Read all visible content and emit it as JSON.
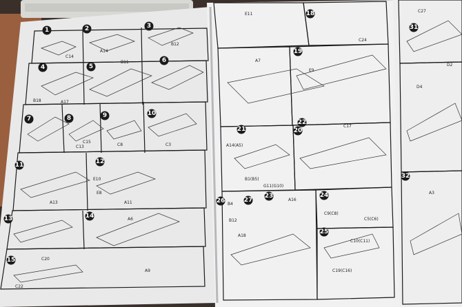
{
  "scene": {
    "description_tag": "instruction-booklet-photo",
    "colors": {
      "table": "#3b2f2a",
      "wood": "#9a5f3e",
      "paper_left": "#e9e9ea",
      "paper_right": "#f1f1f2",
      "ink": "#1a1a1a",
      "keyboard": "#d8d8d4"
    }
  },
  "left_page": {
    "steps": [
      "1",
      "2",
      "3",
      "4",
      "5",
      "6",
      "7",
      "8",
      "9",
      "10",
      "11",
      "12",
      "13",
      "14",
      "15"
    ],
    "part_labels": [
      "C14",
      "A14",
      "B11",
      "B12",
      "A17",
      "B18",
      "C15",
      "C13",
      "C8",
      "C3",
      "A13",
      "E10",
      "E8",
      "A11",
      "A6",
      "A9",
      "C22",
      "C20"
    ]
  },
  "right_page": {
    "steps": [
      "18",
      "19",
      "20",
      "21",
      "22",
      "23",
      "24",
      "25",
      "26",
      "27"
    ],
    "part_labels": [
      "E11",
      "C24",
      "A7",
      "E9",
      "C17",
      "A14(A5)",
      "B1(B5)",
      "G11(G10)",
      "A16",
      "A18",
      "B4",
      "B12",
      "C9(C8)",
      "C5(C6)",
      "C10(C11)",
      "C19(C16)"
    ]
  },
  "far_right_page": {
    "steps": [
      "31",
      "32"
    ],
    "part_labels": [
      "C27",
      "D2",
      "D4",
      "A3"
    ]
  }
}
